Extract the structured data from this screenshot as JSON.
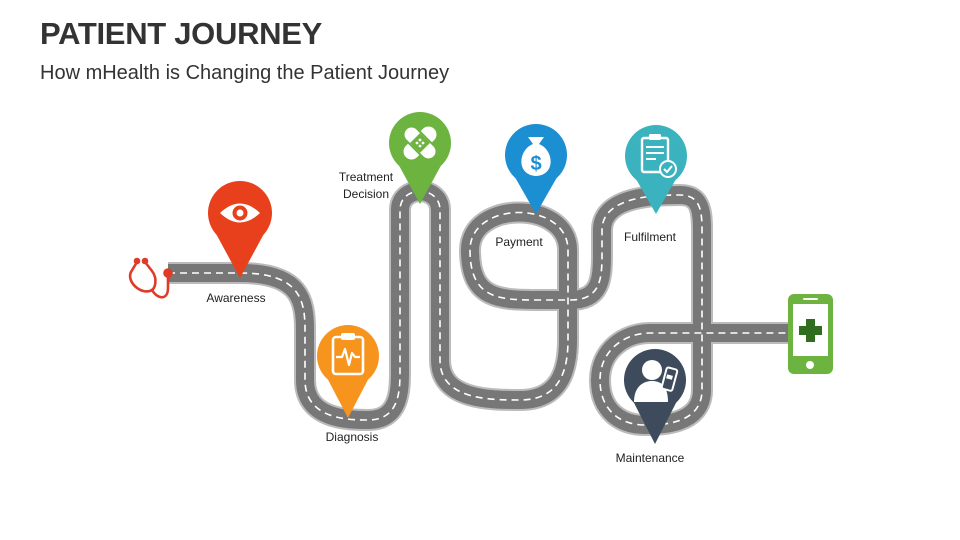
{
  "header": {
    "title": "PATIENT JOURNEY",
    "subtitle": "How mHealth  is Changing the Patient Journey"
  },
  "stages": [
    {
      "label": "Awareness",
      "icon": "eye-icon",
      "color": "#e8401c"
    },
    {
      "label": "Diagnosis",
      "icon": "clipboard-heartbeat-icon",
      "color": "#f7941d"
    },
    {
      "label_line1": "Treatment",
      "label_line2": "Decision",
      "icon": "bandage-icon",
      "color": "#6cb33f"
    },
    {
      "label": "Payment",
      "icon": "money-bag-icon",
      "color": "#1b8fd2"
    },
    {
      "label": "Fulfilment",
      "icon": "checklist-icon",
      "color": "#3ab3bf"
    },
    {
      "label": "Maintenance",
      "icon": "patient-icon",
      "color": "#3d4b5c"
    }
  ],
  "start_icon": "stethoscope-icon",
  "end_icon": "mobile-health-icon",
  "colors": {
    "road": "#777777",
    "road_edge": "#bbbbbb",
    "lane": "#ffffff",
    "stethoscope": "#e03a28",
    "phone": "#6cb33f"
  }
}
